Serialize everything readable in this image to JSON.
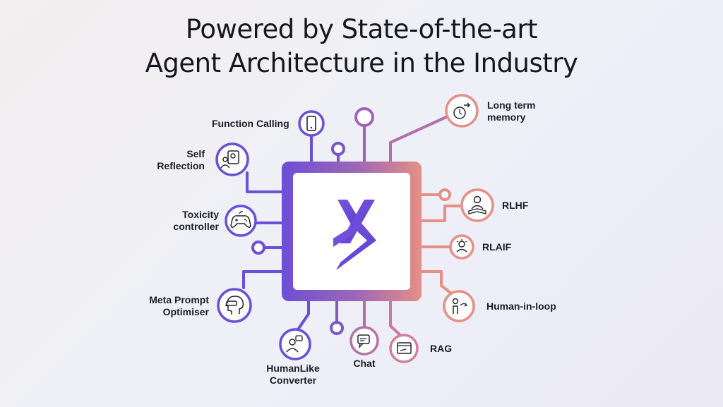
{
  "title": {
    "line1": "Powered by State-of-the-art",
    "line2": "Agent Architecture in the Industry"
  },
  "colors": {
    "purple": "#6b4fd6",
    "coral": "#e58f86",
    "text": "#16161e"
  },
  "center_logo_icon": "brand-logo-icon",
  "features": {
    "function_calling": {
      "label": "Function Calling",
      "icon": "smartphone-icon"
    },
    "self_reflection": {
      "line1": "Self",
      "line2": "Reflection",
      "icon": "mirror-person-icon"
    },
    "toxicity_controller": {
      "line1": "Toxicity",
      "line2": "controller",
      "icon": "gamepad-icon"
    },
    "meta_prompt_optimiser": {
      "line1": "Meta Prompt",
      "line2": "Optimiser",
      "icon": "vr-head-icon"
    },
    "humanlike_converter": {
      "line1": "HumanLike",
      "line2": "Converter",
      "icon": "person-chat-icon"
    },
    "chat": {
      "label": "Chat",
      "icon": "chat-bubble-icon"
    },
    "rag": {
      "label": "RAG",
      "icon": "browser-window-icon"
    },
    "human_in_loop": {
      "label": "Human-in-loop",
      "icon": "person-loop-icon"
    },
    "rlaif": {
      "label": "RLAIF",
      "icon": "ai-gear-icon"
    },
    "rlhf": {
      "label": "RLHF",
      "icon": "person-book-icon"
    },
    "long_term_memory": {
      "line1": "Long term",
      "line2": "memory",
      "icon": "memory-clock-icon"
    }
  }
}
